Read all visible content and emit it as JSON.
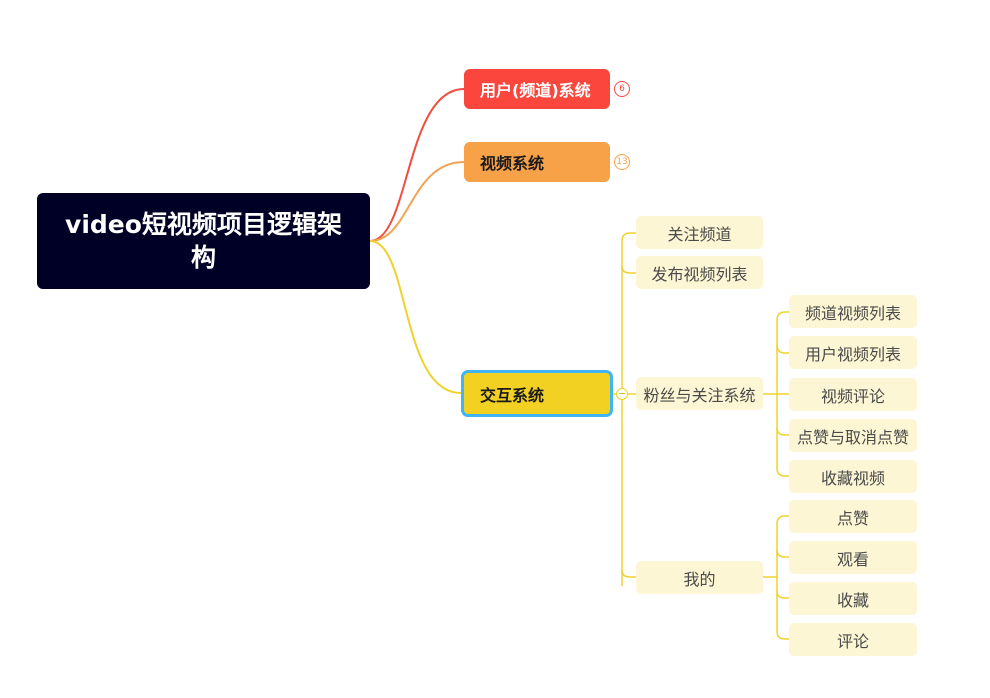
{
  "mindmap": {
    "root": {
      "label": "video短视频项目逻辑架构"
    },
    "branches": {
      "user": {
        "label": "用户(频道)系统",
        "count": "6"
      },
      "video": {
        "label": "视频系统",
        "count": "13"
      },
      "interaction": {
        "label": "交互系统"
      }
    },
    "interaction_children": {
      "follow_channel": "关注频道",
      "publish_list": "发布视频列表",
      "fans": "粉丝与关注系统",
      "mine": "我的"
    },
    "fans_children": [
      "频道视频列表",
      "用户视频列表",
      "视频评论",
      "点赞与取消点赞",
      "收藏视频"
    ],
    "mine_children": [
      "点赞",
      "观看",
      "收藏",
      "评论"
    ]
  },
  "colors": {
    "root_bg": "#000027",
    "user_branch": "#fb463e",
    "video_branch": "#f7a149",
    "interaction_branch": "#f2d122",
    "selection_outline": "#3fb5f5",
    "leaf_bg": "#fdf6d4"
  }
}
